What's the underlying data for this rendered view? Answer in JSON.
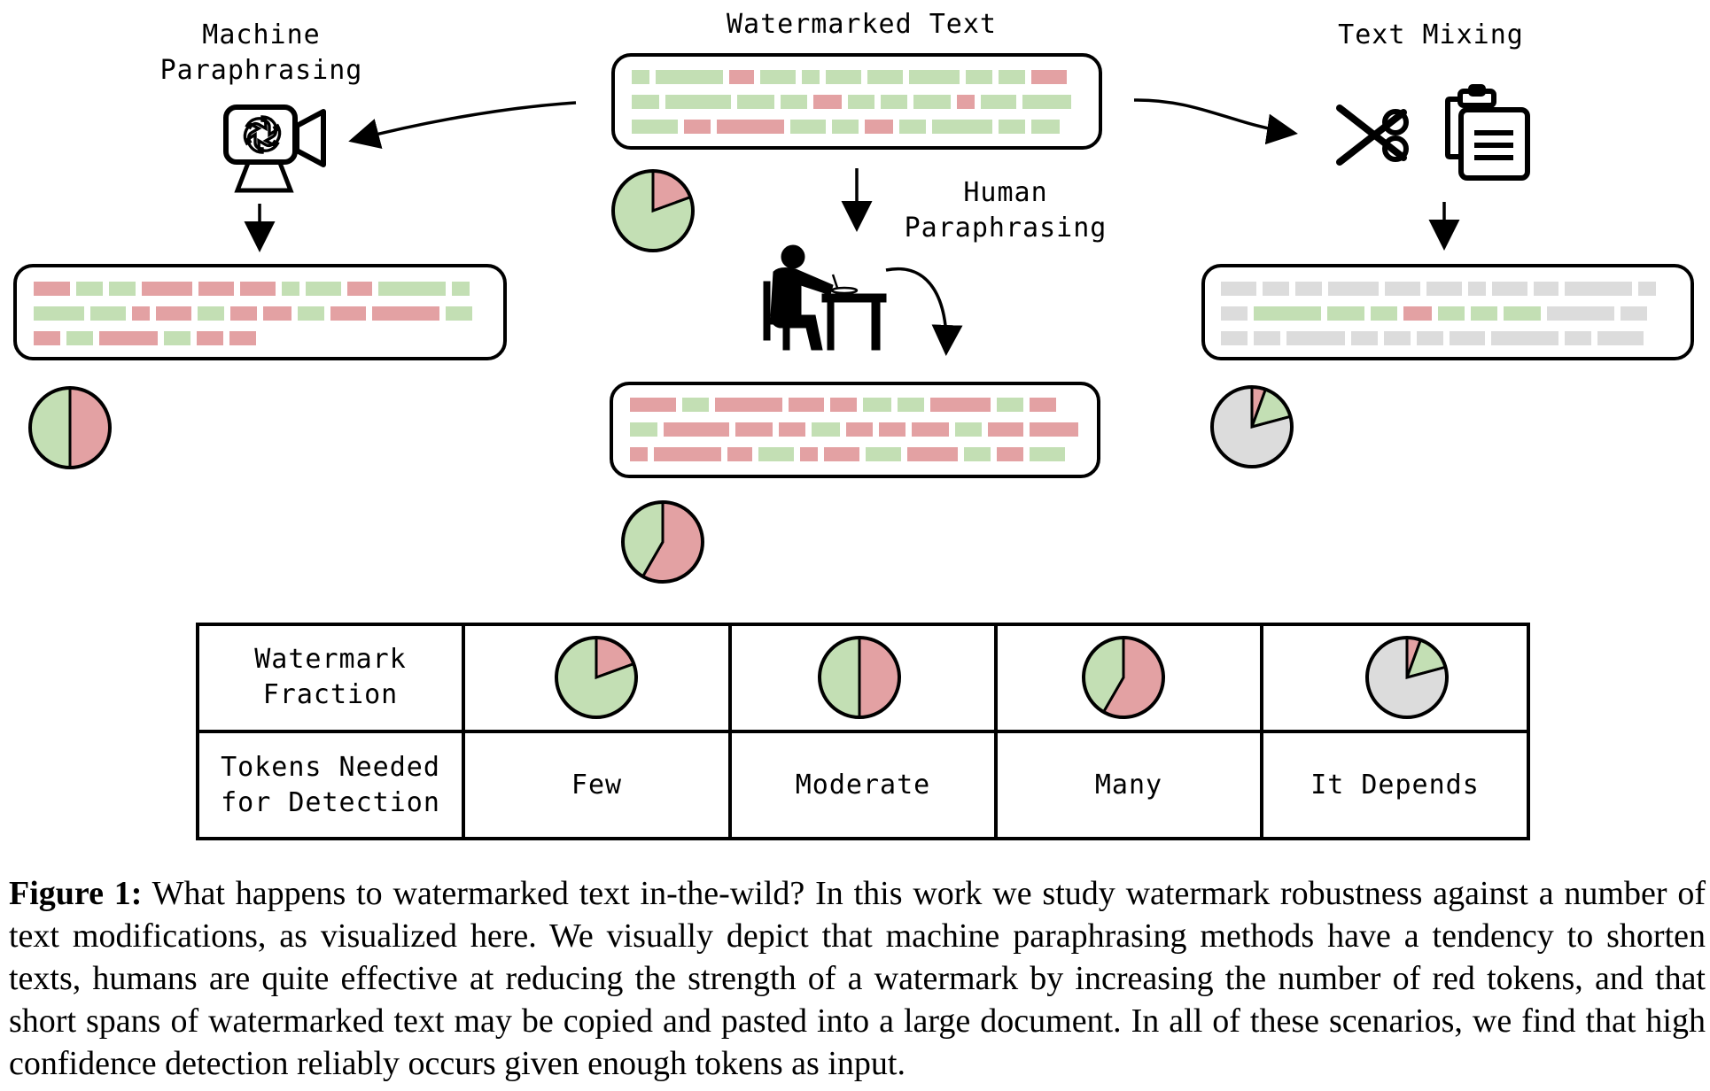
{
  "labels": {
    "watermarked_text": "Watermarked Text",
    "machine_paraphrasing": [
      "Machine",
      "Paraphrasing"
    ],
    "text_mixing": "Text Mixing",
    "human_paraphrasing": [
      "Human",
      "Paraphrasing"
    ]
  },
  "table": {
    "row1_header": [
      "Watermark",
      "Fraction"
    ],
    "row2_header": [
      "Tokens Needed",
      "for Detection"
    ],
    "columns": [
      {
        "pie": "mostly-green",
        "tokens": "Few"
      },
      {
        "pie": "half-half",
        "tokens": "Moderate"
      },
      {
        "pie": "mostly-red",
        "tokens": "Many"
      },
      {
        "pie": "mostly-gray",
        "tokens": "It Depends"
      }
    ]
  },
  "caption": {
    "label": "Figure 1:",
    "text": "What happens to watermarked text in-the-wild? In this work we study watermark robustness against a number of text modifications, as visualized here. We visually depict that machine paraphrasing methods have a tendency to shorten texts, humans are quite effective at reducing the strength of a watermark by increasing the number of red tokens, and that short spans of watermarked text may be copied and pasted into a large document. In all of these scenarios, we find that high confidence detection reliably occurs given enough tokens as input."
  },
  "colors": {
    "green": "#c3dfb4",
    "red": "#e3a1a3",
    "gray": "#dcdcdc",
    "stroke": "#000000"
  },
  "icons": [
    "chatbot-monitor-icon",
    "scissors-icon",
    "clipboard-icon",
    "person-writing-at-desk-icon"
  ]
}
